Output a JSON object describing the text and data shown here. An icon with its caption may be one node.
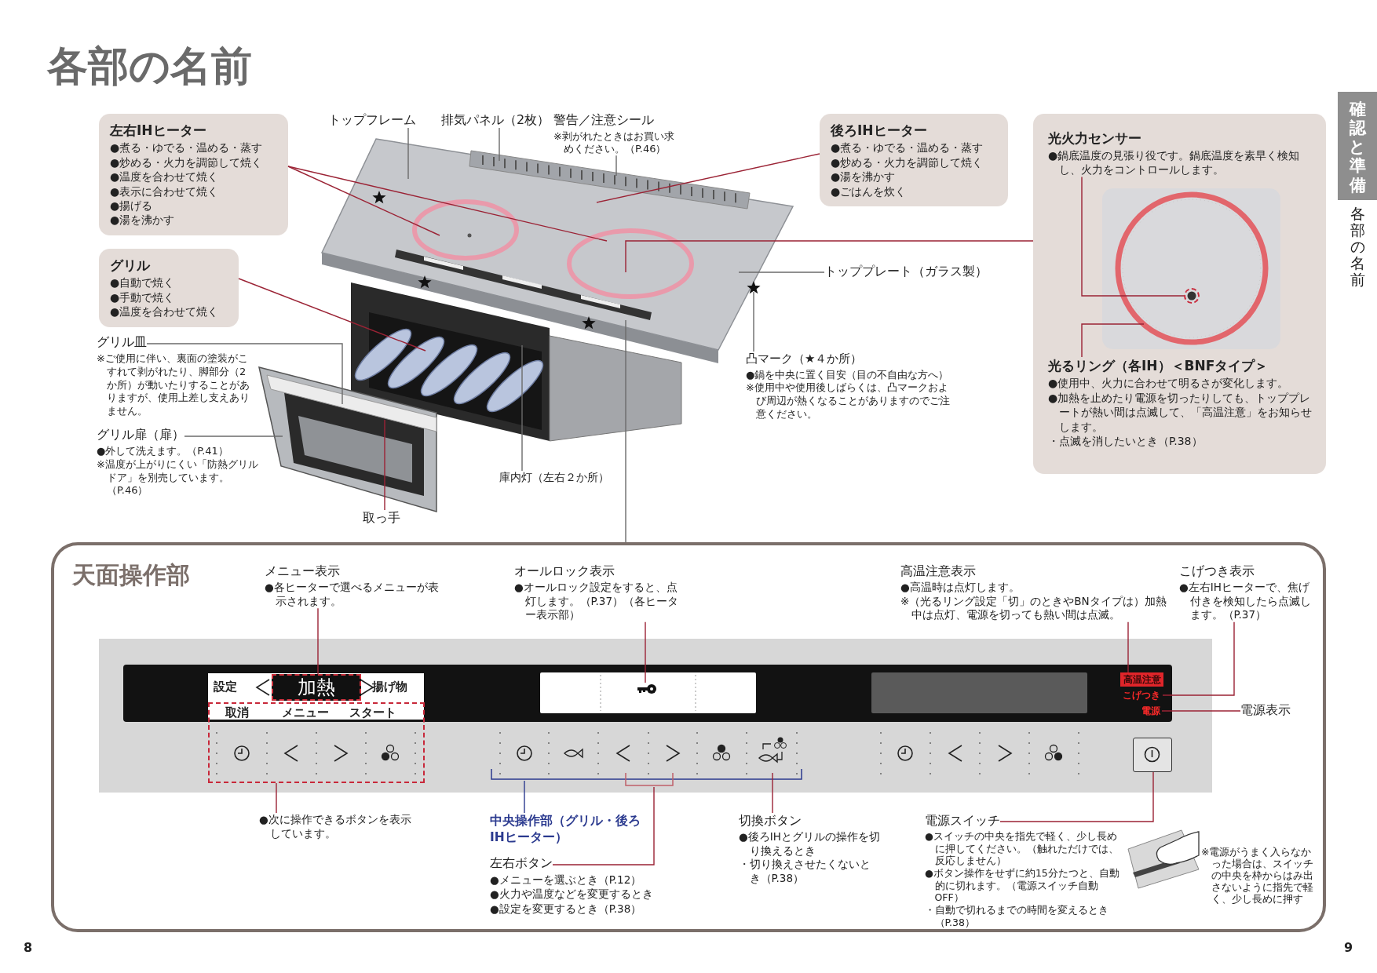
{
  "diagram": {
    "title": "各部の名前",
    "nodes": [
      {
        "text": [
          "左右IHヒーター",
          "●煮る・ゆでる・温める・蒸す",
          "●炒める・火力を調節して焼く",
          "●温度を合わせて焼く",
          "●表示に合わせて焼く",
          "●揚げる",
          "●湯を沸かす"
        ]
      },
      {
        "text": [
          "グリル",
          "●自動で焼く",
          "●手動で焼く",
          "●温度を合わせて焼く"
        ]
      },
      {
        "text": [
          "グリル皿",
          "※ご使用に伴い、裏面の塗装がこすれて剥がれたり、脚部分（2か所）が動いたりすることがありますが、使用上差し支えありません。"
        ]
      },
      {
        "text": [
          "グリル扉（扉）",
          "●外して洗えます。（P.41）",
          "※温度が上がりにくい「防熱グリルドア」を別売しています。（P.46）"
        ]
      },
      {
        "text": [
          "取っ手"
        ]
      },
      {
        "text": [
          "庫内灯（左右２か所）"
        ]
      },
      {
        "text": [
          "トップフレーム"
        ]
      },
      {
        "text": [
          "排気パネル（2枚）"
        ]
      },
      {
        "text": [
          "警告／注意シール",
          "※剥がれたときはお買い求めください。（P.46）"
        ]
      },
      {
        "text": [
          "後ろIHヒーター",
          "●煮る・ゆでる・温める・蒸す",
          "●炒める・火力を調節して焼く",
          "●湯を沸かす",
          "●ごはんを炊く"
        ]
      },
      {
        "text": [
          "トッププレート（ガラス製）"
        ]
      },
      {
        "text": [
          "凸マーク（★４か所）",
          "●鍋を中央に置く目安（目の不自由な方へ）",
          "※使用中や使用後しばらくは、凸マークおよび周辺が熱くなることがありますのでご注意ください。"
        ]
      },
      {
        "text": [],
        "shape": "box"
      },
      {
        "text": [
          "光火力センサー",
          "●鍋底温度の見張り役です。鍋底温度を素早く検知し、火力をコントロールします。"
        ],
        "in": 12
      },
      {
        "text": [],
        "shape": "circle",
        "in": 12
      },
      {
        "text": [
          "光るリング（各IH）＜BNFタイプ＞",
          "●使用中、火力に合わせて明るさが変化します。",
          "●加熱を止めたり電源を切ったりしても、トッププレートが熱い間は点滅して、「高温注意」をお知らせします。",
          "・点滅を消したいとき（P.38）"
        ],
        "in": 12
      },
      {
        "text": [
          "天面操作部"
        ]
      },
      {
        "text": [
          "メニュー表示",
          "●各ヒーターで選べるメニューが表示されます。"
        ],
        "in": 16
      },
      {
        "text": [
          "オールロック表示",
          "●オールロック設定をすると、点灯します。（P.37）（各ヒーター表示部）"
        ],
        "in": 16
      },
      {
        "text": [
          "高温注意表示",
          "●高温時は点灯します。",
          "※（光るリング設定「切」のときやBNタイプは）加熱中は点灯、電源を切っても熱い間は点滅。"
        ],
        "in": 16
      },
      {
        "text": [
          "こげつき表示",
          "●左右IHヒーターで、焦げ付きを検知したら点滅します。（P.37）"
        ],
        "in": 16
      },
      {
        "text": [
          "電源表示"
        ],
        "in": 16
      },
      {
        "text": [
          "●次に操作できるボタンを表示しています。"
        ],
        "in": 16
      },
      {
        "text": [
          "中央操作部（グリル・後ろIHヒーター）"
        ],
        "in": 16
      },
      {
        "text": [
          "左右ボタン",
          "●メニューを選ぶとき（P.12）",
          "●火力や温度などを変更するとき",
          "●設定を変更するとき（P.38）"
        ],
        "in": 16
      },
      {
        "text": [
          "切換ボタン",
          "●後ろIHとグリルの操作を切り換えるとき",
          "・切り換えさせたくないとき（P.38）"
        ],
        "in": 16
      },
      {
        "text": [
          "電源スイッチ",
          "●スイッチの中央を指先で軽く、少し長めに押してください。（触れただけでは、反応しません）",
          "●ボタン操作をせずに約15分たつと、自動的に切れます。（電源スイッチ自動OFF）",
          "・自動で切れるまでの時間を変えるとき（P.38）"
        ],
        "in": 16
      },
      {
        "text": [
          "加熱"
        ],
        "in": 16
      },
      {
        "text": [
          "取消",
          "メニュー",
          "スタート"
        ],
        "in": 16
      },
      {
        "text": [],
        "shape": "picture",
        "in": 16
      },
      {
        "text": [
          "高温注意"
        ],
        "in": 16
      },
      {
        "text": [
          "こげつき"
        ],
        "in": 16
      },
      {
        "text": [
          "電源"
        ],
        "in": 16
      },
      {
        "text": [],
        "shape": "box",
        "in": 16
      }
    ],
    "edges": [
      {
        "from": 0,
        "to": null,
        "arrow": "none"
      },
      {
        "from": 0,
        "to": null,
        "arrow": "none"
      },
      {
        "from": 1,
        "to": null,
        "arrow": "none"
      },
      {
        "from": 2,
        "to": null,
        "arrow": "none",
        "color": "#6b6b6b"
      },
      {
        "from": 3,
        "to": null,
        "arrow": "none",
        "color": "#6b6b6b"
      },
      {
        "from": 4,
        "to": null,
        "arrow": "none"
      },
      {
        "from": 5,
        "to": null,
        "arrow": "none",
        "color": "#6b6b6b"
      },
      {
        "from": 6,
        "to": null,
        "arrow": "none",
        "color": "#6b6b6b"
      },
      {
        "from": 7,
        "to": null,
        "arrow": "none",
        "color": "#6b6b6b"
      },
      {
        "from": 8,
        "to": null,
        "arrow": "none",
        "color": "#6b6b6b"
      },
      {
        "from": 9,
        "to": null,
        "arrow": "none"
      },
      {
        "from": 10,
        "to": null,
        "arrow": "none",
        "color": "#6b6b6b"
      },
      {
        "from": 11,
        "to": null,
        "arrow": "none",
        "color": "#6b6b6b"
      },
      {
        "from": 12,
        "to": null,
        "arrow": "none"
      },
      {
        "from": 13,
        "to": 14,
        "arrow": "none"
      },
      {
        "from": 15,
        "to": null,
        "arrow": "none"
      },
      {
        "from": 16,
        "to": null,
        "arrow": "none",
        "color": "#6b6b6b"
      },
      {
        "from": 17,
        "to": 27,
        "arrow": "none"
      },
      {
        "from": 18,
        "to": 29,
        "arrow": "none"
      },
      {
        "from": 19,
        "to": 30,
        "arrow": "none"
      },
      {
        "from": 20,
        "to": 31,
        "arrow": "none"
      },
      {
        "from": 21,
        "to": 32,
        "arrow": "none"
      },
      {
        "from": 22,
        "to": 28,
        "arrow": "none"
      },
      {
        "from": 23,
        "to": null,
        "arrow": "none",
        "color": "#2b3a8f"
      },
      {
        "from": 24,
        "to": null,
        "arrow": "none"
      },
      {
        "from": 25,
        "to": null,
        "arrow": "none"
      },
      {
        "from": 26,
        "to": 33,
        "arrow": "none"
      }
    ],
    "labels": [
      "確認と準備",
      "各部の名前",
      "設定",
      "揚げ物",
      "※電源がうまく入らなかった場合は、スイッチの中央を枠からはみ出さないように指先で軽く、少し長めに押す",
      "8",
      "9"
    ]
  }
}
